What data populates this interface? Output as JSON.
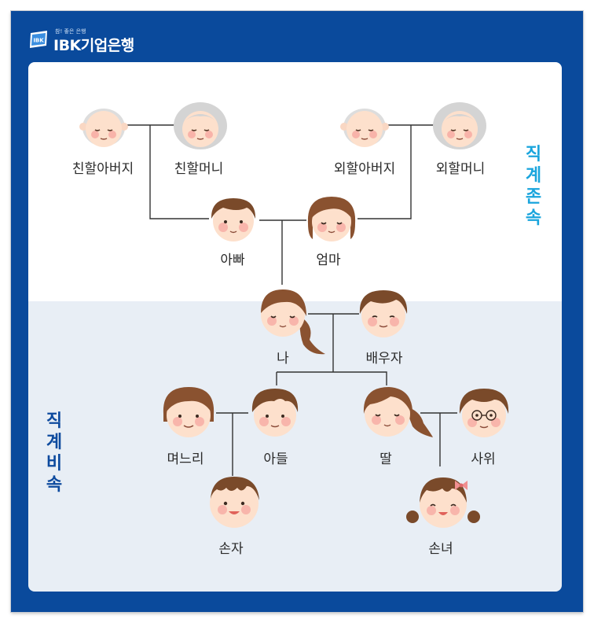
{
  "brand": {
    "tagline": "참! 좋은 은행",
    "name": "IBK기업은행",
    "mark": "IBK",
    "primary_color": "#0a4a9c",
    "ascendant_color": "#1aa5dd",
    "descendant_color": "#0d4a9e"
  },
  "side_labels": {
    "ascendants": [
      "직",
      "계",
      "존",
      "속"
    ],
    "descendants": [
      "직",
      "계",
      "비",
      "속"
    ]
  },
  "members": {
    "paternal_grandfather": "친할아버지",
    "paternal_grandmother": "친할머니",
    "maternal_grandfather": "외할아버지",
    "maternal_grandmother": "외할머니",
    "father": "아빠",
    "mother": "엄마",
    "me": "나",
    "spouse": "배우자",
    "daughter_in_law": "며느리",
    "son": "아들",
    "daughter": "딸",
    "son_in_law": "사위",
    "grandson": "손자",
    "granddaughter": "손녀"
  }
}
